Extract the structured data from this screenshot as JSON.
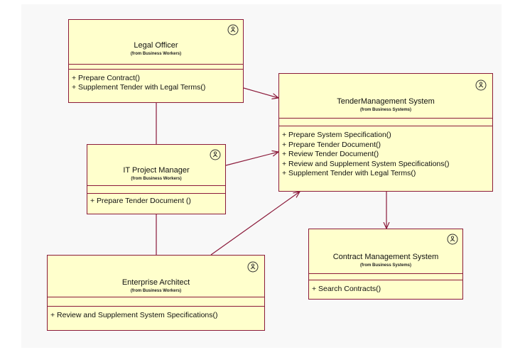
{
  "classes": {
    "legal_officer": {
      "name": "Legal Officer",
      "from": "(from Business Workers)",
      "stereotype": "business-worker-icon",
      "operations": [
        "+ Prepare Contract()",
        "+ Supplement Tender with Legal Terms()"
      ]
    },
    "it_project_manager": {
      "name": "IT Project Manager",
      "from": "(from Business Workers)",
      "stereotype": "business-worker-icon",
      "operations": [
        "+ Prepare Tender Document ()"
      ]
    },
    "enterprise_architect": {
      "name": "Enterprise Architect",
      "from": "(from Business Workers)",
      "stereotype": "business-worker-icon",
      "operations": [
        "+ Review and Supplement System Specifications()"
      ]
    },
    "tender_management_system": {
      "name": "TenderManagement System",
      "from": "(from Business Systems)",
      "stereotype": "business-system-icon",
      "operations": [
        "+ Prepare System Specification()",
        "+ Prepare Tender Document()",
        "+ Review Tender Document()",
        "+ Review and Supplement System Specifications()",
        "+ Supplement Tender with Legal Terms()"
      ]
    },
    "contract_management_system": {
      "name": "Contract Management System",
      "from": "(from Business Systems)",
      "stereotype": "business-system-icon",
      "operations": [
        "+ Search Contracts()"
      ]
    }
  },
  "colors": {
    "box_fill": "#ffffcc",
    "border": "#8b1a3a",
    "association_line": "#8b1a3a"
  }
}
